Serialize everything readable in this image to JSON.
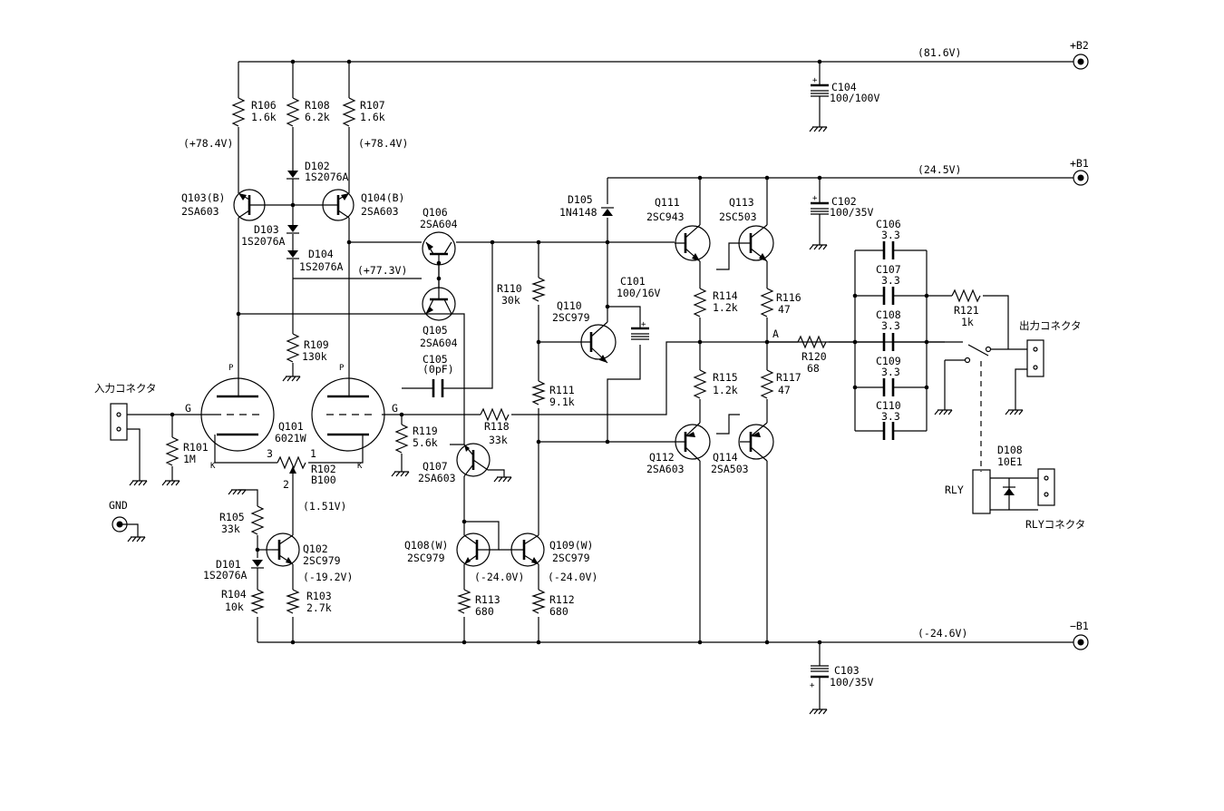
{
  "rails": {
    "b2": {
      "name": "+B2",
      "voltage": "(81.6V)"
    },
    "b1p": {
      "name": "+B1",
      "voltage": "(24.5V)"
    },
    "b1n": {
      "name": "−B1",
      "voltage": "(-24.6V)"
    }
  },
  "connectors": {
    "input": "入力コネクタ",
    "output": "出力コネクタ",
    "relay": "RLYコネクタ",
    "gnd": "GND",
    "rly": "RLY"
  },
  "tubes": {
    "part": "6021W",
    "ref": "Q101",
    "grid": "G",
    "plate": "P",
    "cathode": "K"
  },
  "pot": {
    "pin1": "1",
    "pin2": "2",
    "pin3": "3"
  },
  "voltages": {
    "v784a": "(+78.4V)",
    "v784b": "(+78.4V)",
    "v773": "(+77.3V)",
    "v151": "(1.51V)",
    "v192": "(-19.2V)",
    "v240a": "(-24.0V)",
    "v240b": "(-24.0V)"
  },
  "node_a": "A",
  "components": [
    {
      "ref": "R106",
      "value": "1.6k"
    },
    {
      "ref": "R108",
      "value": "6.2k"
    },
    {
      "ref": "R107",
      "value": "1.6k"
    },
    {
      "ref": "D102",
      "value": "1S2076A"
    },
    {
      "ref": "Q103(B)",
      "value": "2SA603"
    },
    {
      "ref": "Q104(B)",
      "value": "2SA603"
    },
    {
      "ref": "D103",
      "value": "1S2076A"
    },
    {
      "ref": "D104",
      "value": "1S2076A"
    },
    {
      "ref": "Q106",
      "value": "2SA604"
    },
    {
      "ref": "Q105",
      "value": "2SA604"
    },
    {
      "ref": "R109",
      "value": "130k"
    },
    {
      "ref": "C105",
      "value": "(0pF)"
    },
    {
      "ref": "R119",
      "value": "5.6k"
    },
    {
      "ref": "R118",
      "value": "33k"
    },
    {
      "ref": "R101",
      "value": "1M"
    },
    {
      "ref": "R102",
      "value": "B100"
    },
    {
      "ref": "Q107",
      "value": "2SA603"
    },
    {
      "ref": "R105",
      "value": "33k"
    },
    {
      "ref": "Q102",
      "value": "2SC979"
    },
    {
      "ref": "D101",
      "value": "1S2076A"
    },
    {
      "ref": "R104",
      "value": "10k"
    },
    {
      "ref": "R103",
      "value": "2.7k"
    },
    {
      "ref": "Q108(W)",
      "value": "2SC979"
    },
    {
      "ref": "Q109(W)",
      "value": "2SC979"
    },
    {
      "ref": "R113",
      "value": "680"
    },
    {
      "ref": "R112",
      "value": "680"
    },
    {
      "ref": "R110",
      "value": "30k"
    },
    {
      "ref": "R111",
      "value": "9.1k"
    },
    {
      "ref": "Q110",
      "value": "2SC979"
    },
    {
      "ref": "C101",
      "value": "100/16V"
    },
    {
      "ref": "D105",
      "value": "1N4148"
    },
    {
      "ref": "Q111",
      "value": "2SC943"
    },
    {
      "ref": "Q113",
      "value": "2SC503"
    },
    {
      "ref": "R114",
      "value": "1.2k"
    },
    {
      "ref": "R116",
      "value": "47"
    },
    {
      "ref": "R115",
      "value": "1.2k"
    },
    {
      "ref": "R117",
      "value": "47"
    },
    {
      "ref": "Q112",
      "value": "2SA603"
    },
    {
      "ref": "Q114",
      "value": "2SA503"
    },
    {
      "ref": "R120",
      "value": "68"
    },
    {
      "ref": "C104",
      "value": "100/100V"
    },
    {
      "ref": "C102",
      "value": "100/35V"
    },
    {
      "ref": "C103",
      "value": "100/35V"
    },
    {
      "ref": "C106",
      "value": "3.3"
    },
    {
      "ref": "C107",
      "value": "3.3"
    },
    {
      "ref": "C108",
      "value": "3.3"
    },
    {
      "ref": "C109",
      "value": "3.3"
    },
    {
      "ref": "C110",
      "value": "3.3"
    },
    {
      "ref": "R121",
      "value": "1k"
    },
    {
      "ref": "D108",
      "value": "10E1"
    }
  ]
}
